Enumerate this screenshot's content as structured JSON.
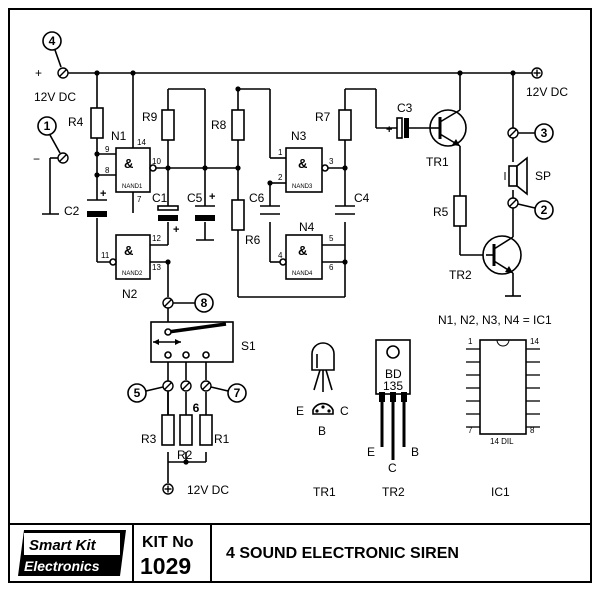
{
  "supply": {
    "plus_symbol": "+",
    "minus_symbol": "−",
    "voltage_left": "12V DC",
    "voltage_right": "12V DC",
    "voltage_bottom": "12V DC"
  },
  "terminals": [
    "1",
    "2",
    "3",
    "4",
    "5",
    "6",
    "7",
    "8"
  ],
  "components": {
    "R1": "R1",
    "R2": "R2",
    "R3": "R3",
    "R4": "R4",
    "R5": "R5",
    "R6": "R6",
    "R7": "R7",
    "R8": "R8",
    "R9": "R9",
    "C1": "C1",
    "C2": "C2",
    "C3": "C3",
    "C4": "C4",
    "C5": "C5",
    "C6": "C6",
    "N1": "N1",
    "N2": "N2",
    "N3": "N3",
    "N4": "N4",
    "TR1": "TR1",
    "TR2": "TR2",
    "SP": "SP",
    "S1": "S1"
  },
  "gates": {
    "symbol": "&",
    "nand1": "NAND1",
    "nand2": "NAND2",
    "nand3": "NAND3",
    "nand4": "NAND4"
  },
  "pins": {
    "n1_in_a": "9",
    "n1_in_b": "8",
    "n1_out": "10",
    "n1_vcc": "14",
    "n1_gnd": "7",
    "n2_in_a": "12",
    "n2_in_b": "13",
    "n2_out": "11",
    "n3_in_a": "1",
    "n3_in_b": "2",
    "n3_out": "3",
    "n4_in_a": "5",
    "n4_in_b": "6",
    "n4_out": "4"
  },
  "ic_note": "N1, N2, N3, N4 = IC1",
  "packages": {
    "tr1_e": "E",
    "tr1_b": "B",
    "tr1_c": "C",
    "tr2_line1": "BD",
    "tr2_line2": "135",
    "tr2_e": "E",
    "tr2_c": "C",
    "tr2_b": "B",
    "ic_pin1": "1",
    "ic_pin14": "14",
    "ic_pin7": "7",
    "ic_pin8": "8",
    "ic_name": "14 DIL"
  },
  "captions": {
    "tr1": "TR1",
    "tr2": "TR2",
    "ic1": "IC1"
  },
  "footer": {
    "logo_line1": "Smart Kit",
    "logo_line2": "Electronics",
    "kit_label": "KIT No",
    "kit_number": "1029",
    "title": "4 SOUND ELECTRONIC SIREN"
  }
}
